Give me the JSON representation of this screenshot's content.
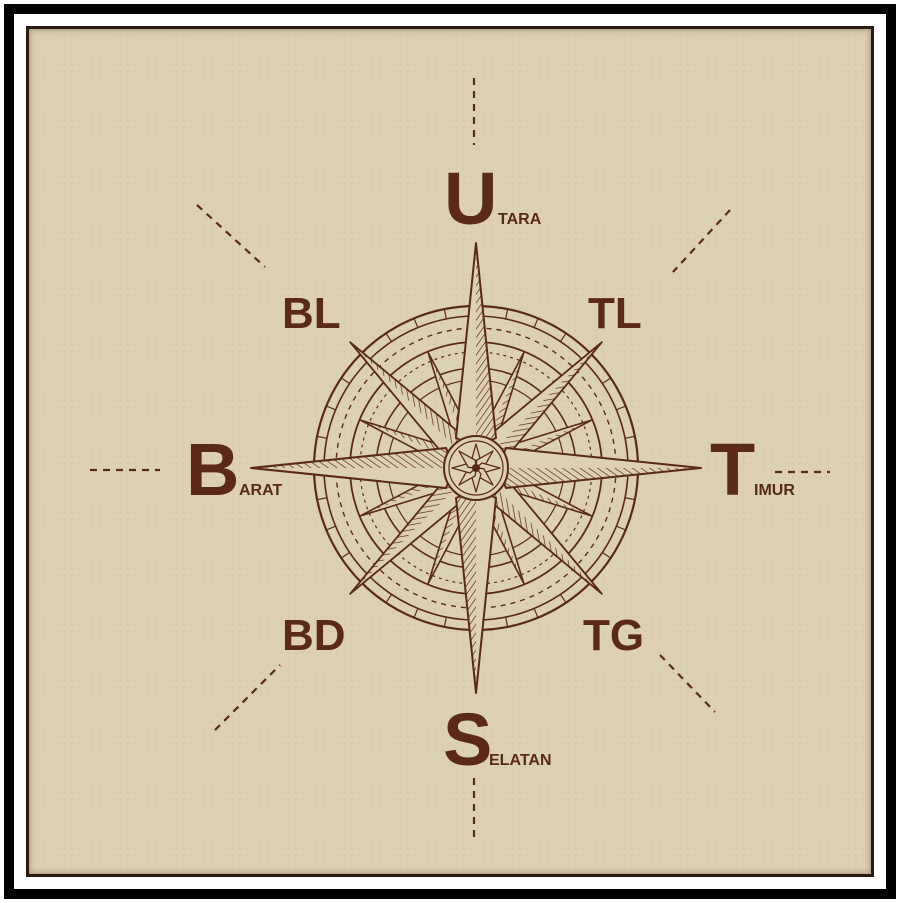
{
  "colors": {
    "ink": "#5b2a14",
    "paper": "#ddd1b1",
    "frame": "#000000"
  },
  "cardinals": {
    "north": {
      "initial": "U",
      "rest": "TARA"
    },
    "east": {
      "initial": "T",
      "rest": "IMUR"
    },
    "south": {
      "initial": "S",
      "rest": "ELATAN"
    },
    "west": {
      "initial": "B",
      "rest": "ARAT"
    }
  },
  "intercardinals": {
    "northwest": "BL",
    "northeast": "TL",
    "southwest": "BD",
    "southeast": "TG"
  },
  "icons": {
    "compass": "compass-rose-icon"
  }
}
